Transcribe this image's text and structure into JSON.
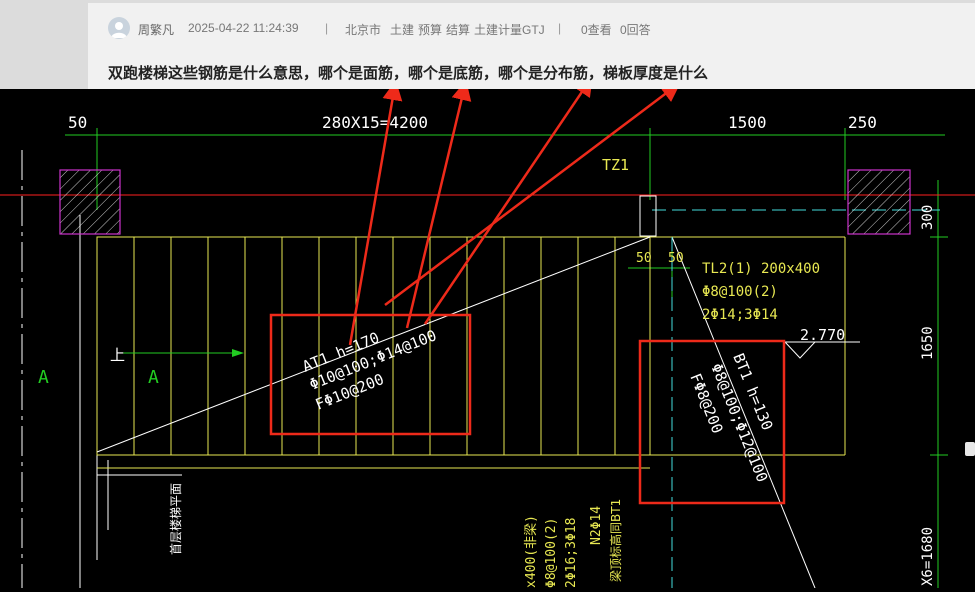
{
  "post": {
    "author": "周繁凡",
    "datetime": "2025-04-22 11:24:39",
    "separator": "|",
    "tags": [
      "北京市",
      "土建",
      "预算",
      "结算",
      "土建计量GTJ"
    ],
    "views": "0查看",
    "answers": "0回答",
    "question": "双跑楼梯这些钢筋是什么意思，哪个是面筋，哪个是底筋，哪个是分布筋，梯板厚度是什么"
  },
  "drawing": {
    "dim_left": "50",
    "dim_steps": "280X15=4200",
    "dim_landing": "1500",
    "dim_right": "250",
    "dim_300": "300",
    "dim_1650": "1650",
    "dim_1680": "X6=1680",
    "tz1": "TZ1",
    "dim_50a": "50",
    "dim_50b": "50",
    "tl2_line1": "TL2(1) 200x400",
    "tl2_line2": "Φ8@100(2)",
    "tl2_line3": "2Φ14;3Φ14",
    "level": "2.770",
    "section_a1": "A",
    "section_a2": "A",
    "up_label": "上",
    "at1_line1": "AT1 h=170",
    "at1_line2": "Φ10@100;Φ14@100",
    "at1_line3": "FΦ10@200",
    "bt1_line1": "BT1 h=130",
    "bt1_line2": "Φ8@100;Φ12@100",
    "bt1_line3": "FΦ8@200",
    "rot_text_1": "首层楼梯平面",
    "rot_text_2": "x400(非梁)",
    "rot_text_3": "Φ8@100(2)",
    "rot_text_4": "2Φ16;3Φ18",
    "rot_text_5": "N2Φ14",
    "rot_text_6": "梁顶标高同BT1"
  },
  "colors": {
    "header_bg": "#dcdcdc",
    "card_bg": "#f1f1f1",
    "cad_bg": "#000000",
    "cad_white": "#ffffff",
    "cad_yellow": "#e8e852",
    "cad_green": "#22cc22",
    "cad_red": "#ff2020",
    "cad_cyan": "#44dddd",
    "cad_magenta": "#cc33cc",
    "annotation_red": "#ee2a1a"
  }
}
